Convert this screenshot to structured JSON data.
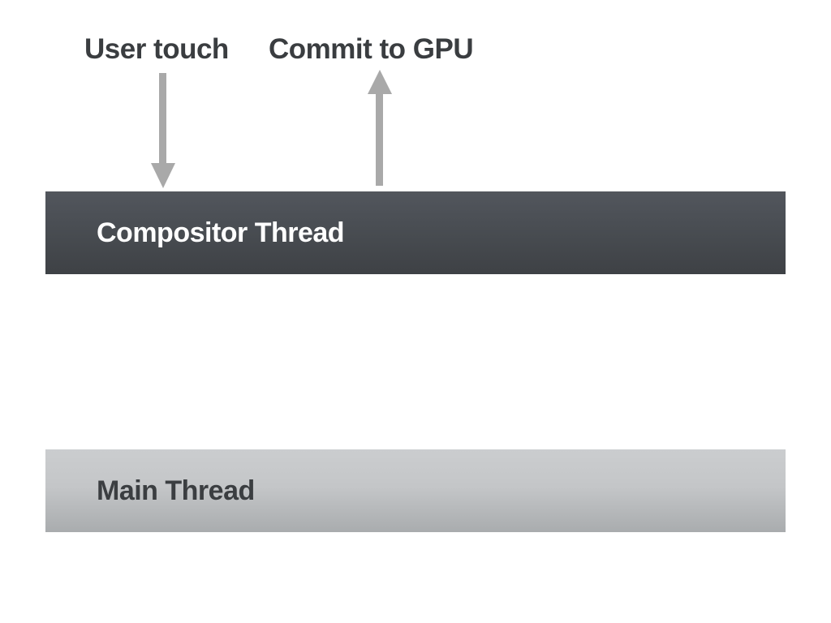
{
  "diagram": {
    "title_labels": {
      "user_touch": "User touch",
      "commit_to_gpu": "Commit to GPU"
    },
    "bars": {
      "compositor": {
        "label": "Compositor Thread",
        "text_color": "#ffffff",
        "gradient_top": "#52565d",
        "gradient_bottom": "#3e4145"
      },
      "main": {
        "label": "Main Thread",
        "text_color": "#3b3e41",
        "gradient_top": "#cbcdcf",
        "gradient_bottom": "#a9acae"
      }
    },
    "arrows": {
      "color": "#a9a9a9",
      "user_touch_arrow_direction": "down",
      "commit_to_gpu_arrow_direction": "up"
    },
    "background_color": "#ffffff",
    "label_text_color": "#3a3d40"
  }
}
